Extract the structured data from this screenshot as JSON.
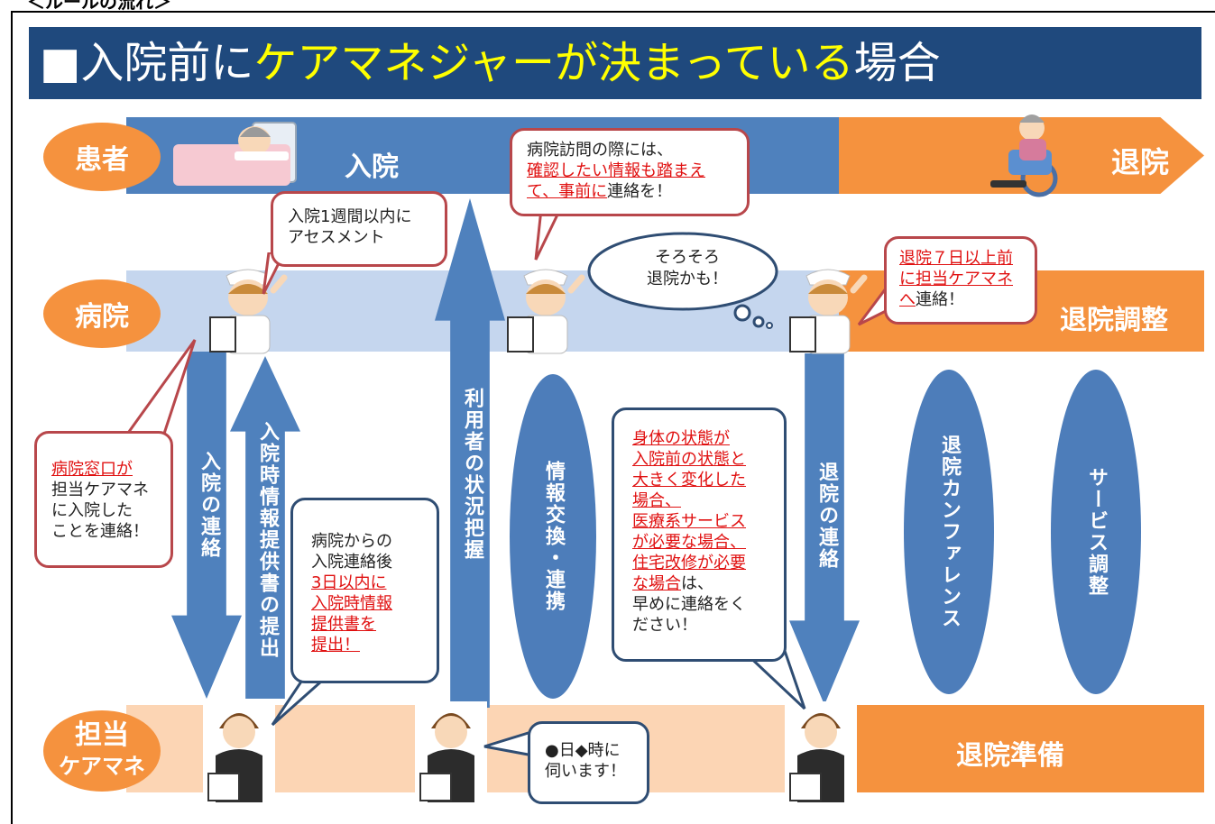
{
  "top_caption": "＜ルールの流れ＞",
  "title": {
    "prefix": "■入院前に",
    "highlight": "ケアマネジャーが決まっている",
    "suffix": "場合"
  },
  "lanes": {
    "patient": {
      "label": "患者",
      "admission": "入院",
      "discharge": "退院"
    },
    "hospital": {
      "label": "病院",
      "end": "退院調整"
    },
    "caremanager": {
      "label_line1": "担当",
      "label_line2": "ケアマネ",
      "end": "退院準備"
    }
  },
  "arrows": {
    "hospital_contact": "入院の連絡",
    "info_submit": "入院時情報提供書の提出",
    "user_status": "利用者の状況把握",
    "discharge_contact": "退院の連絡"
  },
  "ellipses": {
    "info_exchange": "情報交換・連携",
    "conference": "退院カンファレンス",
    "service": "サービス調整"
  },
  "bubbles": {
    "assessment": {
      "l1": "入院1週間以内に",
      "l2": "アセスメント"
    },
    "visit": {
      "l1": "病院訪問の際には、",
      "l2": "確認したい情報も踏まえ",
      "l3": "て、事前に",
      "l4": "連絡を！"
    },
    "thought": {
      "l1": "そろそろ",
      "l2": "退院かも！"
    },
    "discharge7": {
      "l1": "退院７日以上前",
      "l2": "に担当ケアマネ",
      "l3": "へ",
      "l4": "連絡！"
    },
    "window": {
      "l1": "病院窓口が",
      "l2": "担当ケアマネ",
      "l3": "に入院した",
      "l4": "ことを連絡！"
    },
    "submit3": {
      "l1": "病院からの",
      "l2": "入院連絡後",
      "l3": "3日以内に",
      "l4": "入院時情報",
      "l5": "提供書を",
      "l6": "提出！"
    },
    "body": {
      "l1": "身体の状態が",
      "l2": "入院前の状態と",
      "l3": "大きく変化した",
      "l4": "場合、",
      "l5": "医療系サービス",
      "l6": "が必要な場合、",
      "l7": "住宅改修が必要",
      "l8": "な場合",
      "l9": "は、",
      "l10": "早めに連絡をく",
      "l11": "ださい！"
    },
    "visit_time": {
      "l1": "●日◆時に",
      "l2": "伺います！"
    }
  },
  "colors": {
    "navy": "#1f497d",
    "blue": "#4f81bd",
    "orange": "#f5923e",
    "light_blue": "#c5d6ee",
    "peach": "#fcd5b4",
    "yellow": "#ffff00",
    "red": "#e01010"
  }
}
